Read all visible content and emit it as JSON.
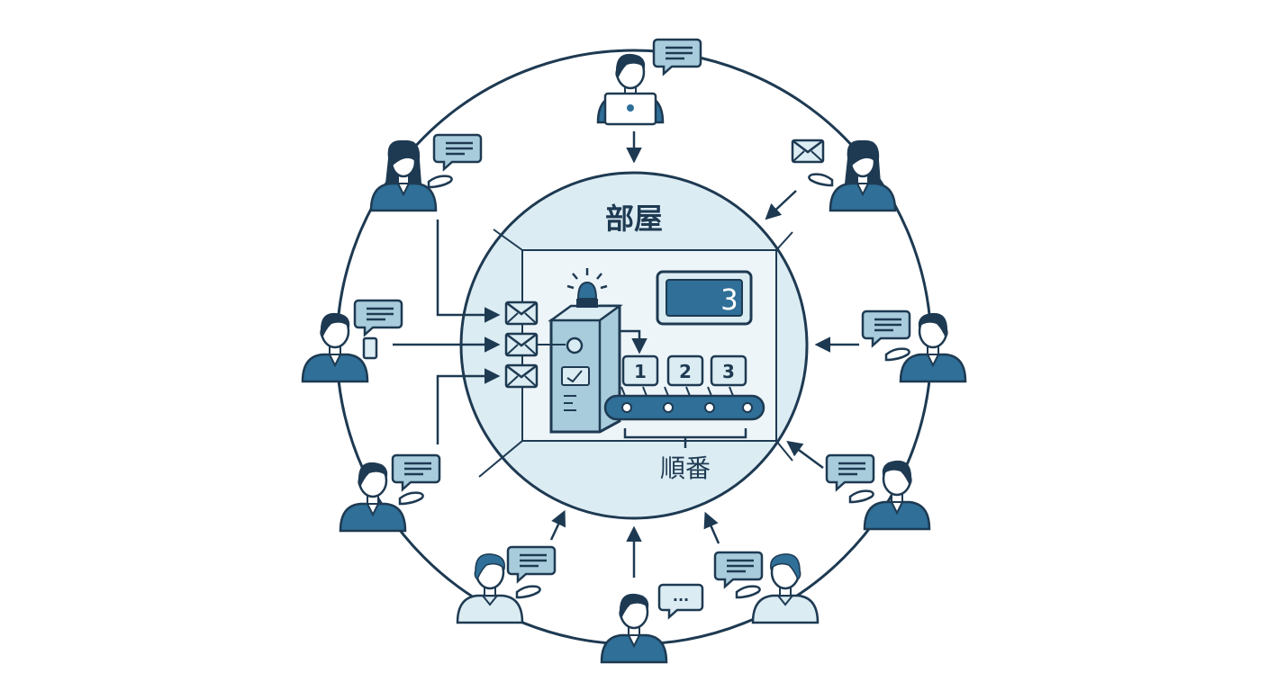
{
  "room": {
    "label": "部屋"
  },
  "queue": {
    "label": "順番",
    "display_value": "3",
    "items": [
      "1",
      "2",
      "3"
    ]
  },
  "typing_bubble": "...",
  "colors": {
    "navy": "#1e3a52",
    "blue": "#2f6f98",
    "light": "#dcecf3",
    "mid": "#a9ccdc",
    "skin": "#ffffff"
  }
}
